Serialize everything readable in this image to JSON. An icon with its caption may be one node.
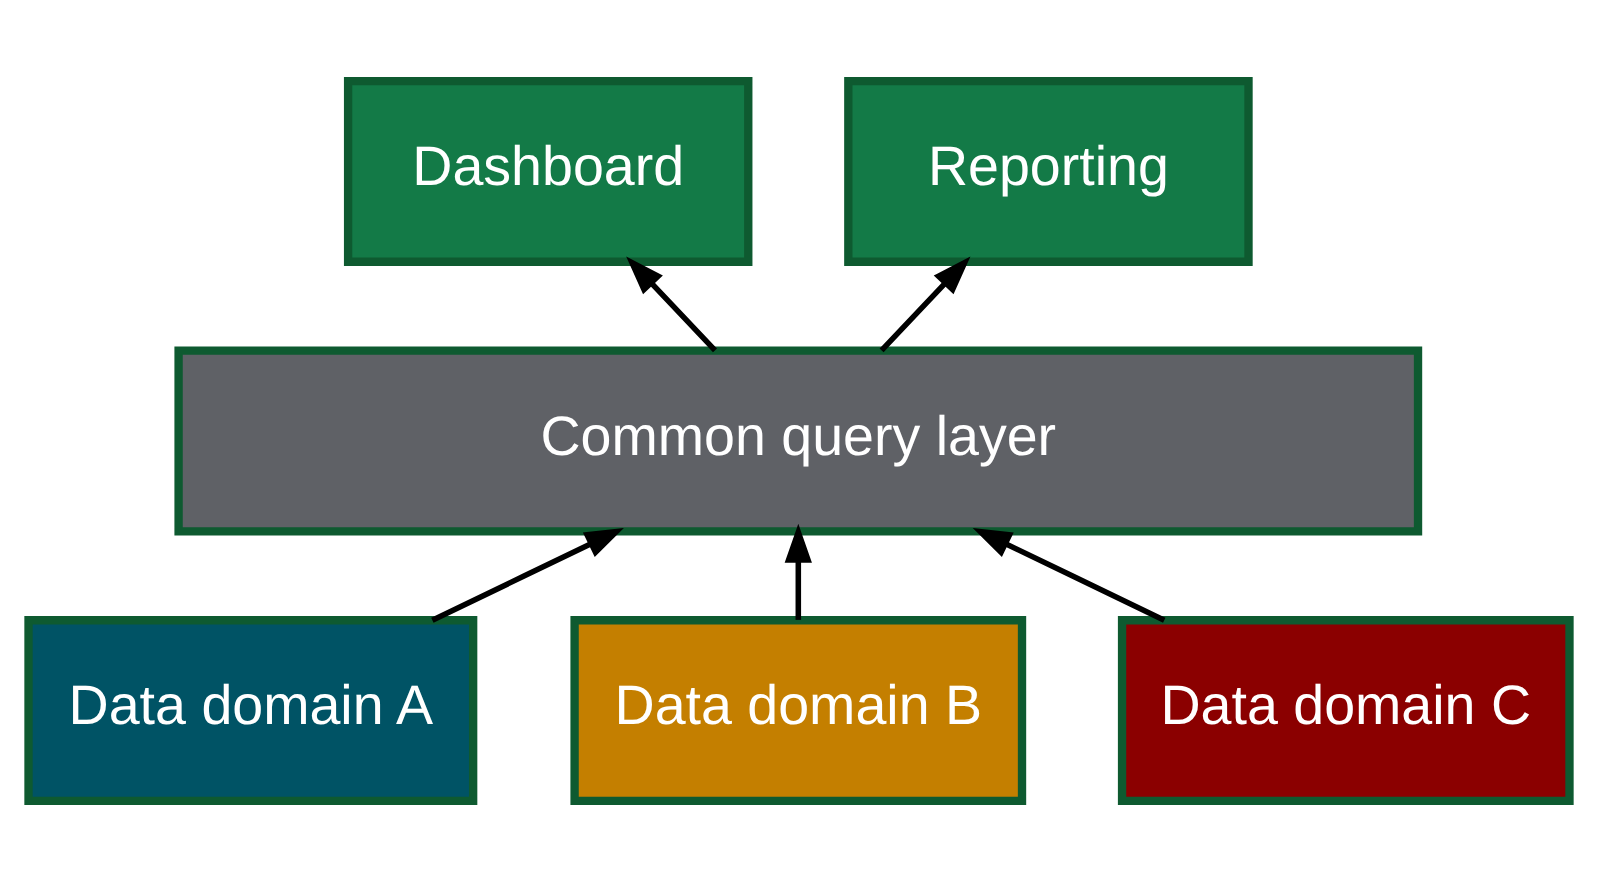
{
  "diagram": {
    "nodes": [
      {
        "text": [
          "Dashboard"
        ]
      },
      {
        "text": [
          "Reporting"
        ]
      },
      {
        "text": [
          "Common query layer"
        ]
      },
      {
        "text": [
          "Data domain A"
        ]
      },
      {
        "text": [
          "Data domain B"
        ]
      },
      {
        "text": [
          "Data domain C"
        ]
      }
    ],
    "edges": [
      {
        "from": 2,
        "to": 0,
        "arrow": "to"
      },
      {
        "from": 2,
        "to": 1,
        "arrow": "to"
      },
      {
        "from": 3,
        "to": 2,
        "arrow": "to"
      },
      {
        "from": 4,
        "to": 2,
        "arrow": "to"
      },
      {
        "from": 5,
        "to": 2,
        "arrow": "to"
      }
    ]
  }
}
